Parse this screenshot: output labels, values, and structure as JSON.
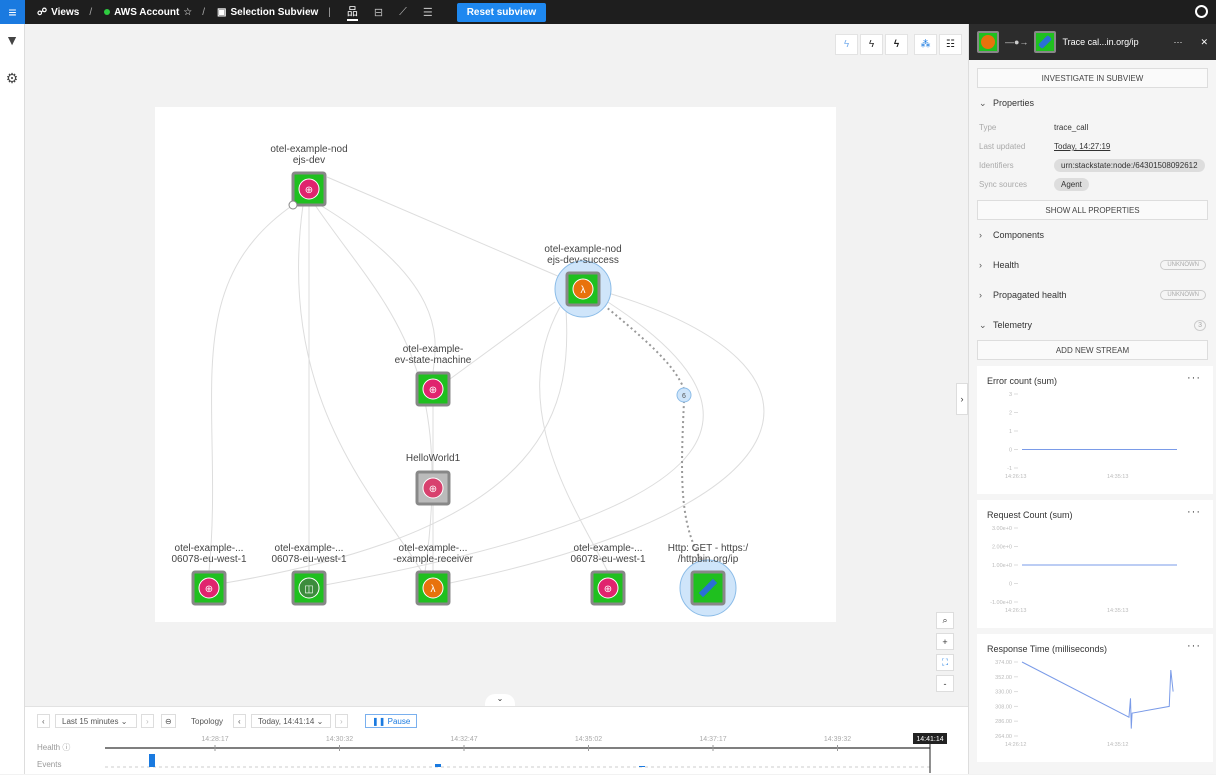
{
  "topbar": {
    "views": "Views",
    "account": "AWS Account",
    "subview": "Selection Subview",
    "reset": "Reset subview"
  },
  "toolbar": {
    "icons": [
      "lightning-outline-icon",
      "lightning-half-icon",
      "lightning-icon",
      "topology-icon",
      "list-icon"
    ]
  },
  "graph": {
    "nodes": [
      {
        "id": "n1",
        "label1": "otel-example-nod",
        "label2": "ejs-dev",
        "icon": "step-function",
        "color": "#e0246e"
      },
      {
        "id": "n2",
        "label1": "otel-example-nod",
        "label2": "ejs-dev-success",
        "icon": "lambda",
        "color": "#e8720c",
        "selected": true
      },
      {
        "id": "n3",
        "label1": "otel-example-",
        "label2": "ev-state-machine",
        "icon": "step-function",
        "color": "#e0246e"
      },
      {
        "id": "n4",
        "label1": "HelloWorld1",
        "label2": "",
        "icon": "step-function",
        "color": "#d8416e",
        "gray": true
      },
      {
        "id": "n5",
        "label1": "otel-example-...",
        "label2": "06078-eu-west-1",
        "icon": "queue",
        "color": "#e0246e"
      },
      {
        "id": "n6",
        "label1": "otel-example-...",
        "label2": "06078-eu-west-1",
        "icon": "bucket",
        "color": "#3c8c3c"
      },
      {
        "id": "n7",
        "label1": "otel-example-...",
        "label2": "-example-receiver",
        "icon": "lambda",
        "color": "#e8720c"
      },
      {
        "id": "n8",
        "label1": "otel-example-...",
        "label2": "06078-eu-west-1",
        "icon": "sns",
        "color": "#e0246e"
      },
      {
        "id": "n9",
        "label1": "Http: GET - https:/",
        "label2": "/httpbin.org/ip",
        "icon": "http",
        "color": "#1fc01f",
        "selected": true
      }
    ],
    "group_count": "6"
  },
  "timeline": {
    "range": "Last 15 minutes",
    "topology": "Topology",
    "time": "Today, 14:41:14",
    "pause": "Pause",
    "health": "Health",
    "events": "Events",
    "ticks": [
      "14:28:17",
      "14:30:32",
      "14:32:47",
      "14:35:02",
      "14:37:17",
      "14:39:32"
    ],
    "now": "14:41:14"
  },
  "panel": {
    "title": "Trace cal...in.org/ip",
    "investigate": "INVESTIGATE IN SUBVIEW",
    "properties": "Properties",
    "props": [
      {
        "k": "Type",
        "v": "trace_call"
      },
      {
        "k": "Last updated",
        "v": "Today, 14:27:19"
      },
      {
        "k": "Identifiers",
        "v": "urn:stackstate:node:/64301508092612"
      },
      {
        "k": "Sync sources",
        "v": "Agent"
      }
    ],
    "show_all": "SHOW ALL PROPERTIES",
    "components": "Components",
    "health": "Health",
    "health_badge": "UNKNOWN",
    "propagated": "Propagated health",
    "propagated_badge": "UNKNOWN",
    "telemetry": "Telemetry",
    "telemetry_count": "3",
    "add_stream": "ADD NEW STREAM",
    "charts": [
      {
        "title": "Error count (sum)",
        "type": "line",
        "yticks": [
          "3",
          "2",
          "1",
          "0",
          "-1"
        ],
        "xticks": [
          "14:26:13",
          "14:35:13"
        ],
        "ylim": [
          -1,
          3
        ],
        "series": [
          [
            0,
            0
          ],
          [
            1,
            0
          ]
        ]
      },
      {
        "title": "Request Count (sum)",
        "type": "line",
        "yticks": [
          "3.00e+0",
          "2.00e+0",
          "1.00e+0",
          "0",
          "-1.00e+0"
        ],
        "xticks": [
          "14:26:13",
          "14:35:13"
        ],
        "ylim": [
          -1,
          3
        ],
        "series": [
          [
            0,
            1
          ],
          [
            1,
            1
          ]
        ]
      },
      {
        "title": "Response Time (milliseconds)",
        "type": "line",
        "yticks": [
          "374.00",
          "352.00",
          "330.00",
          "308.00",
          "286.00",
          "264.00"
        ],
        "xticks": [
          "14:26:12",
          "14:35:12"
        ],
        "ylim": [
          264,
          374
        ],
        "series": [
          [
            0,
            374
          ],
          [
            0.69,
            292
          ],
          [
            0.7,
            320
          ],
          [
            0.705,
            275
          ],
          [
            0.71,
            298
          ],
          [
            0.95,
            308
          ],
          [
            0.96,
            362
          ],
          [
            0.975,
            330
          ]
        ]
      }
    ]
  }
}
